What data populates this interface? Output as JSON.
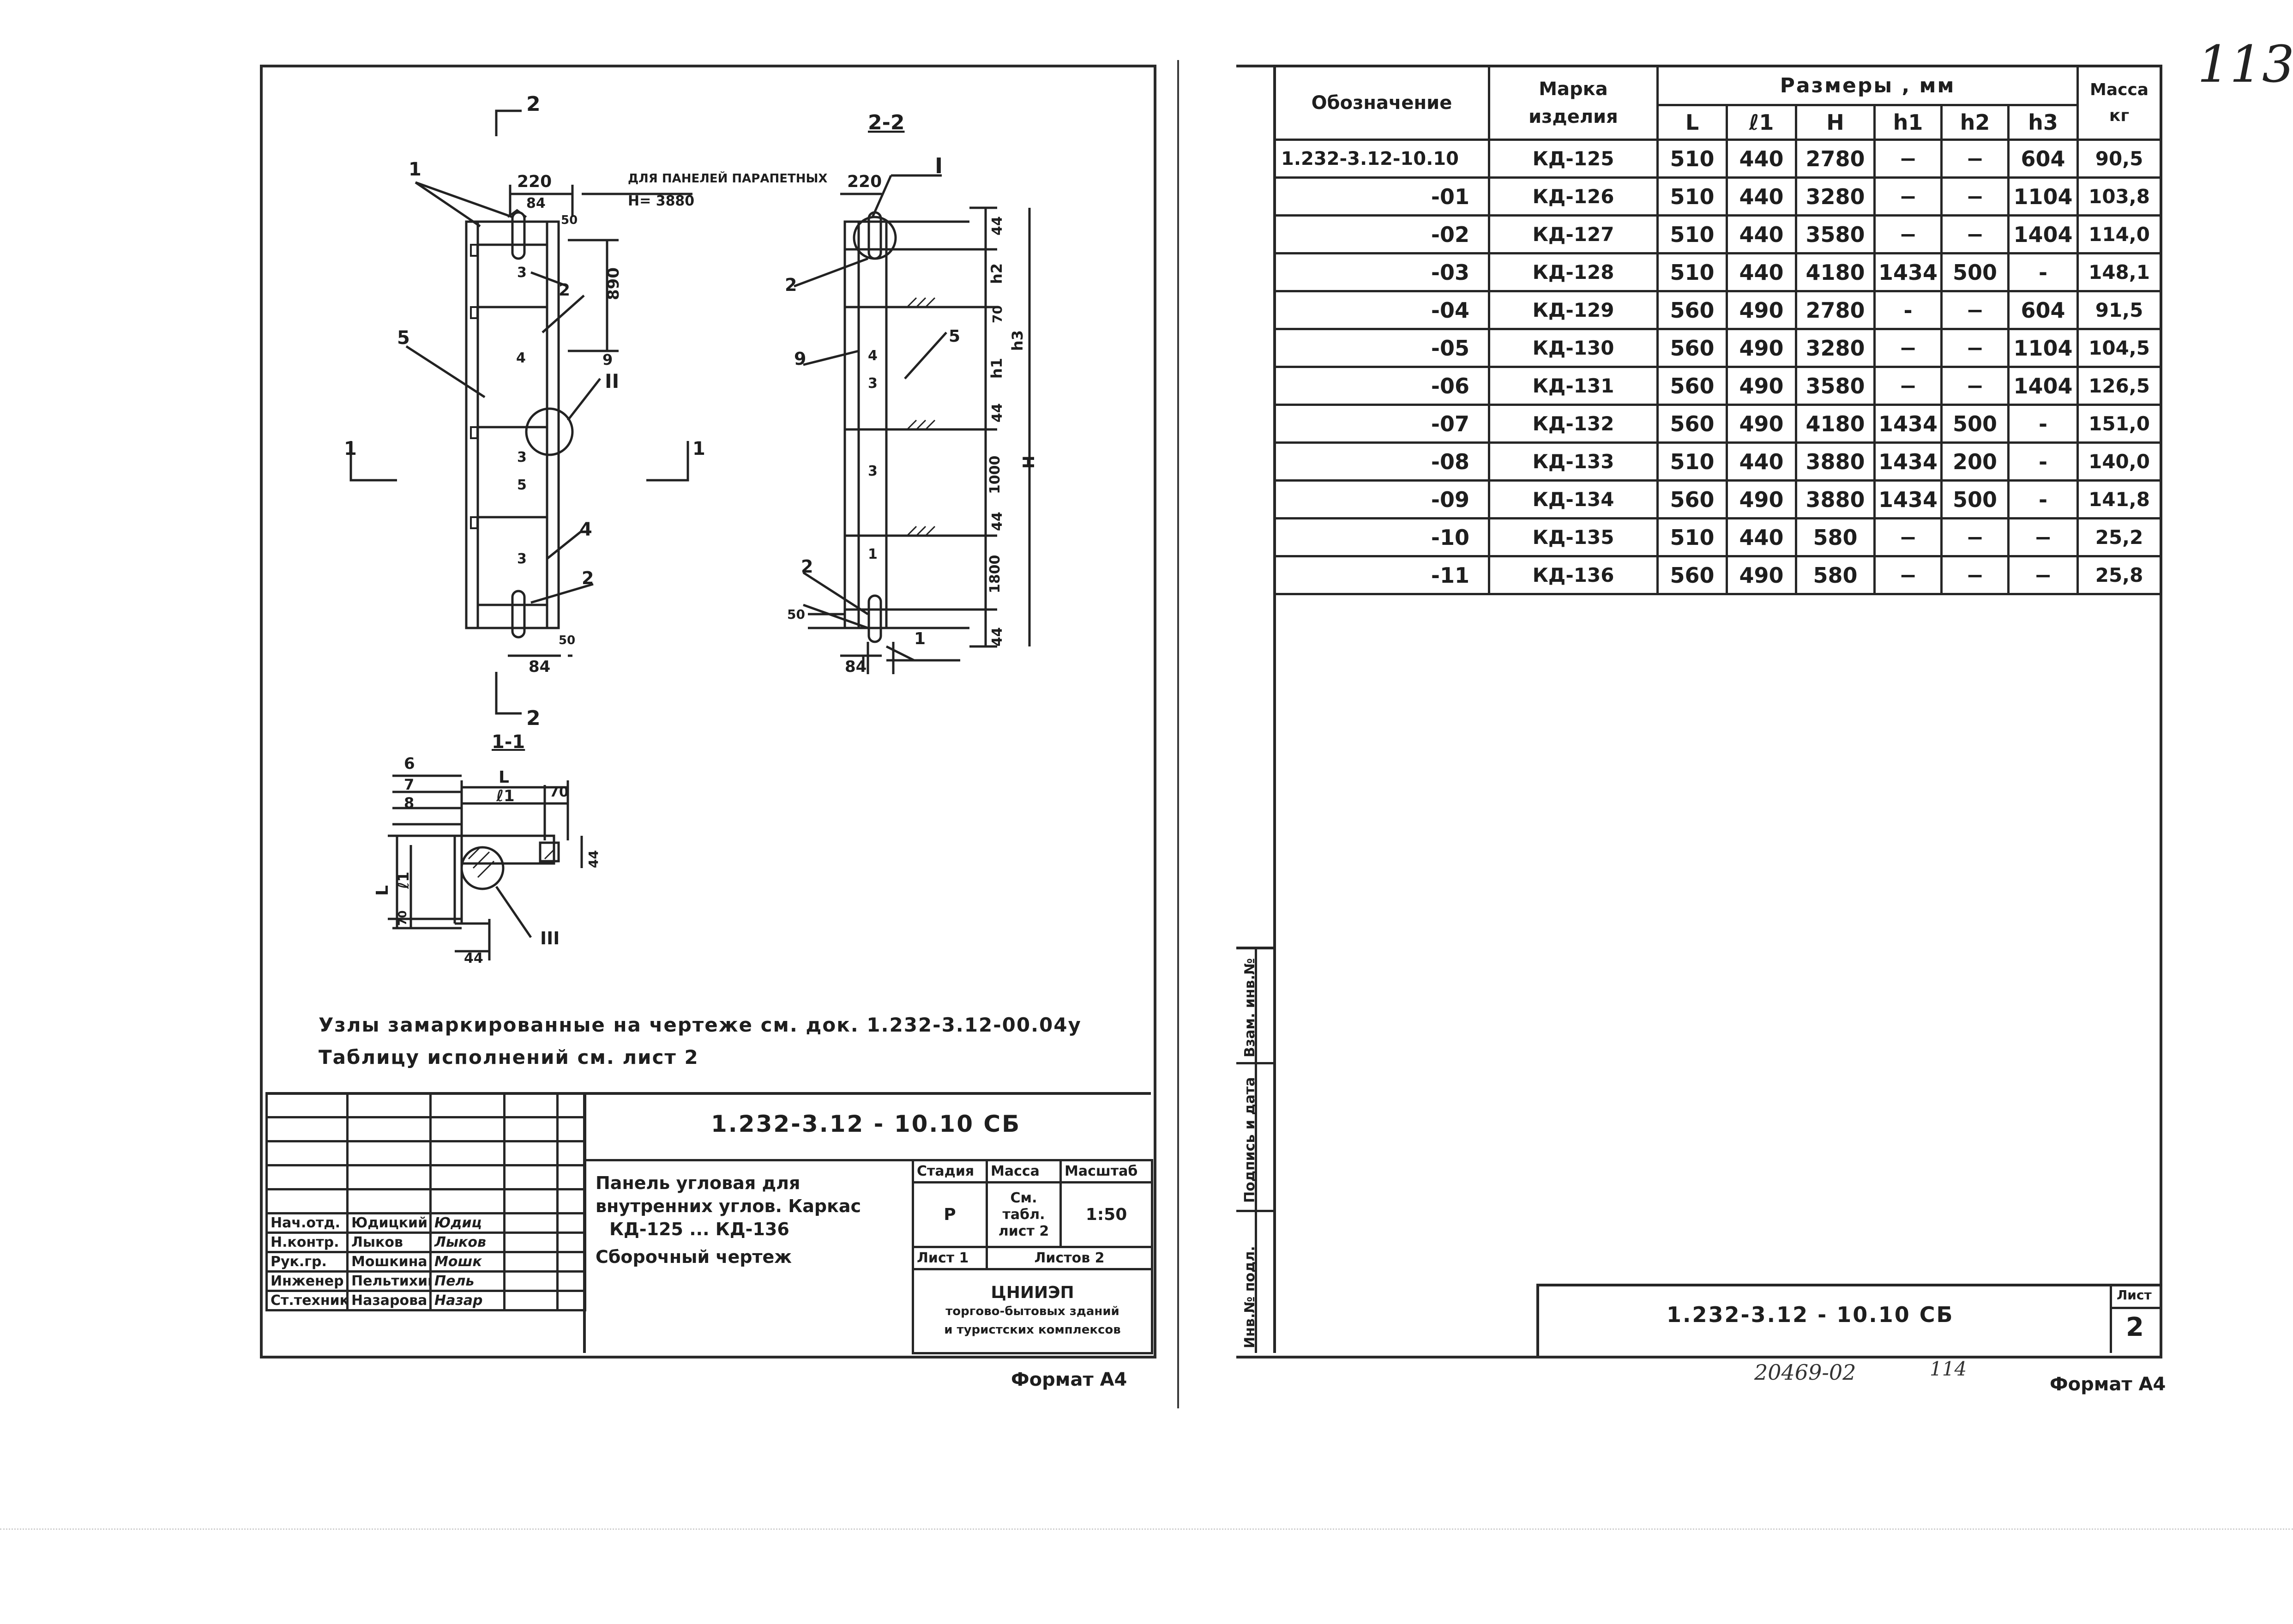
{
  "left_sheet": {
    "section_22": "2-2",
    "section_11": "1-1",
    "mark_2": "2",
    "mark_1": "1",
    "node_I": "I",
    "node_II": "II",
    "node_III": "III",
    "parapet_note": "ДЛЯ ПАНЕЛЕЙ ПАРАПЕТНЫХ",
    "parapet_h": "Н= 3880",
    "dims": {
      "d220a": "220",
      "d220b": "220",
      "d84a": "84",
      "d84b": "84",
      "d84c": "84",
      "d50a": "50",
      "d50b": "50",
      "d50c": "50",
      "d890": "890",
      "d44a": "44",
      "d44b": "44",
      "d44c": "44",
      "d44d": "44",
      "d70": "70",
      "d1000": "1000",
      "d1800": "1800",
      "h1": "h1",
      "h2": "h2",
      "h3": "h3",
      "H": "H",
      "L": "L",
      "l1": "ℓ1",
      "L_v": "L",
      "l1_v": "ℓ1",
      "d70b": "70",
      "d44e": "44",
      "d44f": "44",
      "d70c": "70"
    },
    "labels": {
      "p1": "1",
      "p2a": "2",
      "p2b": "2",
      "p3a": "3",
      "p3b": "3",
      "p4a": "4",
      "p4b": "4",
      "p5a": "5",
      "p5b": "5",
      "p9a": "9",
      "p9b": "9",
      "p3c": "3",
      "p3d": "3",
      "p3e": "3",
      "p4c": "4",
      "p5c": "5",
      "p6": "6",
      "p7": "7",
      "p8": "8",
      "p2c": "2",
      "p2d": "2",
      "p1b": "1",
      "p1c": "1"
    },
    "note_line1": "Узлы замаркированные на чертеже см. док. 1.232-3.12-00.04у",
    "note_line2": "Таблицу исполнений см. лист 2",
    "title_block": {
      "doc_code": "1.232-3.12 - 10.10 СБ",
      "title_line1": "Панель угловая для",
      "title_line2": "внутренних углов. Каркас",
      "title_line3": "КД-125 ... КД-136",
      "title_line4": "Сборочный чертеж",
      "col_stage": "Стадия",
      "col_mass": "Масса",
      "col_scale": "Масштаб",
      "stage": "Р",
      "mass_line1": "См.",
      "mass_line2": "табл.",
      "mass_line3": "лист 2",
      "scale": "1:50",
      "sheet": "Лист 1",
      "sheets": "Листов 2",
      "org_line1": "ЦНИИЭП",
      "org_line2": "торгово-бытовых зданий",
      "org_line3": "и туристских комплексов",
      "people": [
        {
          "role": "Нач.отд.",
          "name": "Юдицкий",
          "sign": "Юдиц"
        },
        {
          "role": "Н.контр.",
          "name": "Лыков",
          "sign": "Лыков"
        },
        {
          "role": "Рук.гр.",
          "name": "Мошкина",
          "sign": "Мошк"
        },
        {
          "role": "Инженер",
          "name": "Пельтихина",
          "sign": "Пель"
        },
        {
          "role": "Ст.техник",
          "name": "Назарова",
          "sign": "Назар"
        }
      ]
    },
    "format": "Формат А4"
  },
  "right_sheet": {
    "handwritten_page": "113",
    "table": {
      "h_designation": "Обозначение",
      "h_mark_line1": "Марка",
      "h_mark_line2": "изделия",
      "h_sizes": "Размеры , мм",
      "h_mass_line1": "Масса",
      "h_mass_line2": "кг",
      "sub": [
        "L",
        "ℓ1",
        "Н",
        "h1",
        "h2",
        "h3"
      ],
      "rows": [
        {
          "des": "1.232-3.12-10.10",
          "mark": "КД-125",
          "L": "510",
          "l1": "440",
          "H": "2780",
          "h1": "−",
          "h2": "−",
          "h3": "604",
          "m": "90,5"
        },
        {
          "des": "-01",
          "mark": "КД-126",
          "L": "510",
          "l1": "440",
          "H": "3280",
          "h1": "−",
          "h2": "−",
          "h3": "1104",
          "m": "103,8"
        },
        {
          "des": "-02",
          "mark": "КД-127",
          "L": "510",
          "l1": "440",
          "H": "3580",
          "h1": "−",
          "h2": "−",
          "h3": "1404",
          "m": "114,0"
        },
        {
          "des": "-03",
          "mark": "КД-128",
          "L": "510",
          "l1": "440",
          "H": "4180",
          "h1": "1434",
          "h2": "500",
          "h3": "-",
          "m": "148,1"
        },
        {
          "des": "-04",
          "mark": "КД-129",
          "L": "560",
          "l1": "490",
          "H": "2780",
          "h1": "-",
          "h2": "−",
          "h3": "604",
          "m": "91,5"
        },
        {
          "des": "-05",
          "mark": "КД-130",
          "L": "560",
          "l1": "490",
          "H": "3280",
          "h1": "−",
          "h2": "−",
          "h3": "1104",
          "m": "104,5"
        },
        {
          "des": "-06",
          "mark": "КД-131",
          "L": "560",
          "l1": "490",
          "H": "3580",
          "h1": "−",
          "h2": "−",
          "h3": "1404",
          "m": "126,5"
        },
        {
          "des": "-07",
          "mark": "КД-132",
          "L": "560",
          "l1": "490",
          "H": "4180",
          "h1": "1434",
          "h2": "500",
          "h3": "-",
          "m": "151,0"
        },
        {
          "des": "-08",
          "mark": "КД-133",
          "L": "510",
          "l1": "440",
          "H": "3880",
          "h1": "1434",
          "h2": "200",
          "h3": "-",
          "m": "140,0"
        },
        {
          "des": "-09",
          "mark": "КД-134",
          "L": "560",
          "l1": "490",
          "H": "3880",
          "h1": "1434",
          "h2": "500",
          "h3": "-",
          "m": "141,8"
        },
        {
          "des": "-10",
          "mark": "КД-135",
          "L": "510",
          "l1": "440",
          "H": "580",
          "h1": "−",
          "h2": "−",
          "h3": "−",
          "m": "25,2"
        },
        {
          "des": "-11",
          "mark": "КД-136",
          "L": "560",
          "l1": "490",
          "H": "580",
          "h1": "−",
          "h2": "−",
          "h3": "−",
          "m": "25,8"
        }
      ]
    },
    "side_labels": [
      "Инв.№ подл.",
      "Подпись и дата",
      "Взам. инв.№"
    ],
    "doc_code": "1.232-3.12 - 10.10 СБ",
    "sheet_label": "Лист",
    "sheet_no": "2",
    "bottom_code": "20469-02",
    "bottom_page": "114",
    "format": "Формат А4"
  }
}
